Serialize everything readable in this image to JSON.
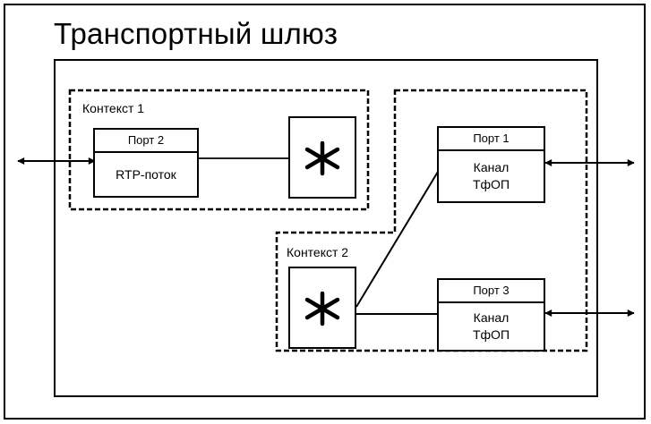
{
  "diagram": {
    "title": "Транспортный шлюз",
    "context1": {
      "label": "Контекст 1",
      "port": {
        "name": "Порт 2",
        "body": "RTP-поток"
      }
    },
    "context2": {
      "label": "Контекст 2",
      "port_a": {
        "name": "Порт 1",
        "body": "Канал\nТфОП"
      },
      "port_b": {
        "name": "Порт 3",
        "body": "Канал\nТфОП"
      }
    },
    "switch_symbol_icon": "asterisk-icon"
  }
}
